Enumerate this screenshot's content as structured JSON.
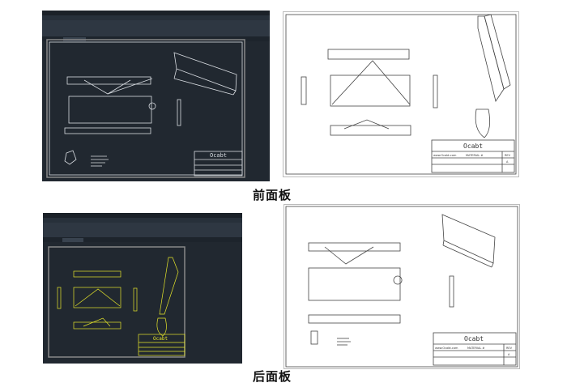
{
  "captions": {
    "front": "前面板",
    "back": "后面板"
  },
  "title_block": {
    "logo": "Ocabt",
    "website": "www.Ocabt.com",
    "material": "MATERIAL #",
    "rev_label": "REV",
    "rev_value": "A"
  },
  "colors": {
    "cad_background": "#212830",
    "cad_lines_front": "#d9dde2",
    "cad_lines_back": "#e6e62a",
    "sheet_lines": "#444444"
  }
}
